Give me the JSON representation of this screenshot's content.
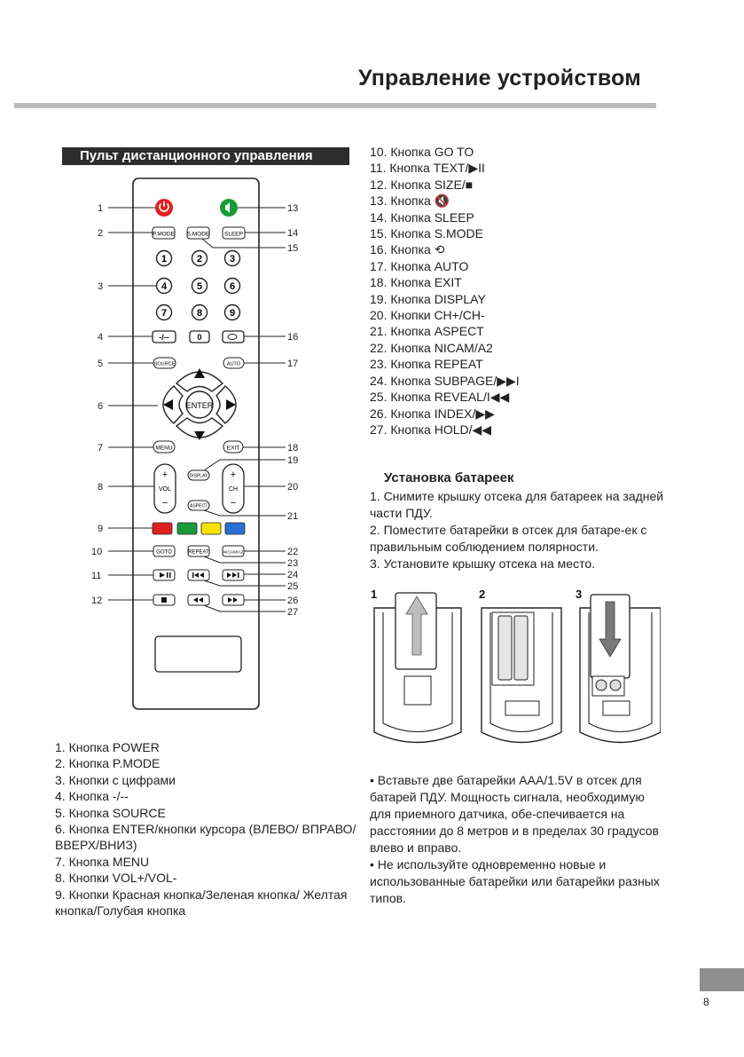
{
  "header": {
    "title": "Управление устройством"
  },
  "remote_section": {
    "title": "Пульт дистанционного управления",
    "callouts_left": [
      "1",
      "2",
      "3",
      "4",
      "5",
      "6",
      "7",
      "8",
      "9",
      "10",
      "11",
      "12"
    ],
    "callouts_right": [
      "13",
      "14",
      "15",
      "16",
      "17",
      "18",
      "19",
      "20",
      "21",
      "22",
      "23",
      "24",
      "25",
      "26",
      "27"
    ],
    "buttons": {
      "pmode": "P.MODE",
      "smode": "S.MODE",
      "sleep": "SLEEP",
      "digits": [
        "1",
        "2",
        "3",
        "4",
        "5",
        "6",
        "7",
        "8",
        "9"
      ],
      "dash": "-/--",
      "zero": "0",
      "source": "SOURCE",
      "auto": "AUTO",
      "enter": "ENTER",
      "menu": "MENU",
      "exit": "EXIT",
      "display": "DISPLAY",
      "aspect": "ASPECT",
      "vol": "VOL",
      "ch": "CH",
      "plus": "+",
      "minus": "−",
      "goto": "GOTO",
      "repeat": "REPEAT",
      "nicam": "NICAM/A2"
    }
  },
  "legend_right": [
    "10. Кнопка GO TO",
    "11. Кнопка TEXT/▶II",
    "12. Кнопка SIZE/■",
    "13. Кнопка 🔇",
    "14. Кнопка SLEEP",
    "15. Кнопка S.MODE",
    "16. Кнопка ⟲",
    "17. Кнопка AUTO",
    "18. Кнопка EXIT",
    "19. Кнопка DISPLAY",
    "20. Кнопки CH+/CH-",
    "21. Кнопка ASPECT",
    "22. Кнопка NICAM/A2",
    "23. Кнопка REPEAT",
    "24. Кнопка SUBPAGE/▶▶I",
    "25. Кнопка REVEAL/I◀◀",
    "26. Кнопка INDEX/▶▶",
    "27. Кнопка HOLD/◀◀"
  ],
  "legend_left": [
    "1. Кнопка POWER",
    "2. Кнопка P.MODE",
    "3. Кнопки с цифрами",
    "4. Кнопка -/--",
    "5. Кнопка SOURCE",
    "6. Кнопка ENTER/кнопки курсора (ВЛЕВО/ ВПРАВО/ВВЕРХ/ВНИЗ)",
    "7. Кнопка MENU",
    "8. Кнопки VOL+/VOL-",
    "9. Кнопки Красная кнопка/Зеленая кнопка/ Желтая кнопка/Голубая кнопка"
  ],
  "battery": {
    "title": "Установка батареек",
    "steps": [
      "1. Снимите крышку отсека для батареек на задней части ПДУ.",
      "2. Поместите батарейки в отсек для батаре-ек с правильным соблюдением полярности.",
      "3. Установите крышку отсека на место."
    ],
    "figure_labels": [
      "1",
      "2",
      "3"
    ],
    "notes": [
      "• Вставьте две батарейки AAA/1.5V в отсек для батарей ПДУ. Мощность сигнала, необходимую для приемного датчика, обе-спечивается на расстоянии до 8 метров и в пределах 30 градусов влево и вправо.",
      "• Не используйте одновременно новые и использованные батарейки или батарейки разных типов."
    ]
  },
  "colors": {
    "red": "#e02020",
    "green": "#1a9a3a",
    "yellow": "#f5e400",
    "blue": "#2a6fd6",
    "header_bar": "#2d2d2d",
    "rule": "#b9b9b9"
  },
  "footer": {
    "page_number": "8"
  }
}
